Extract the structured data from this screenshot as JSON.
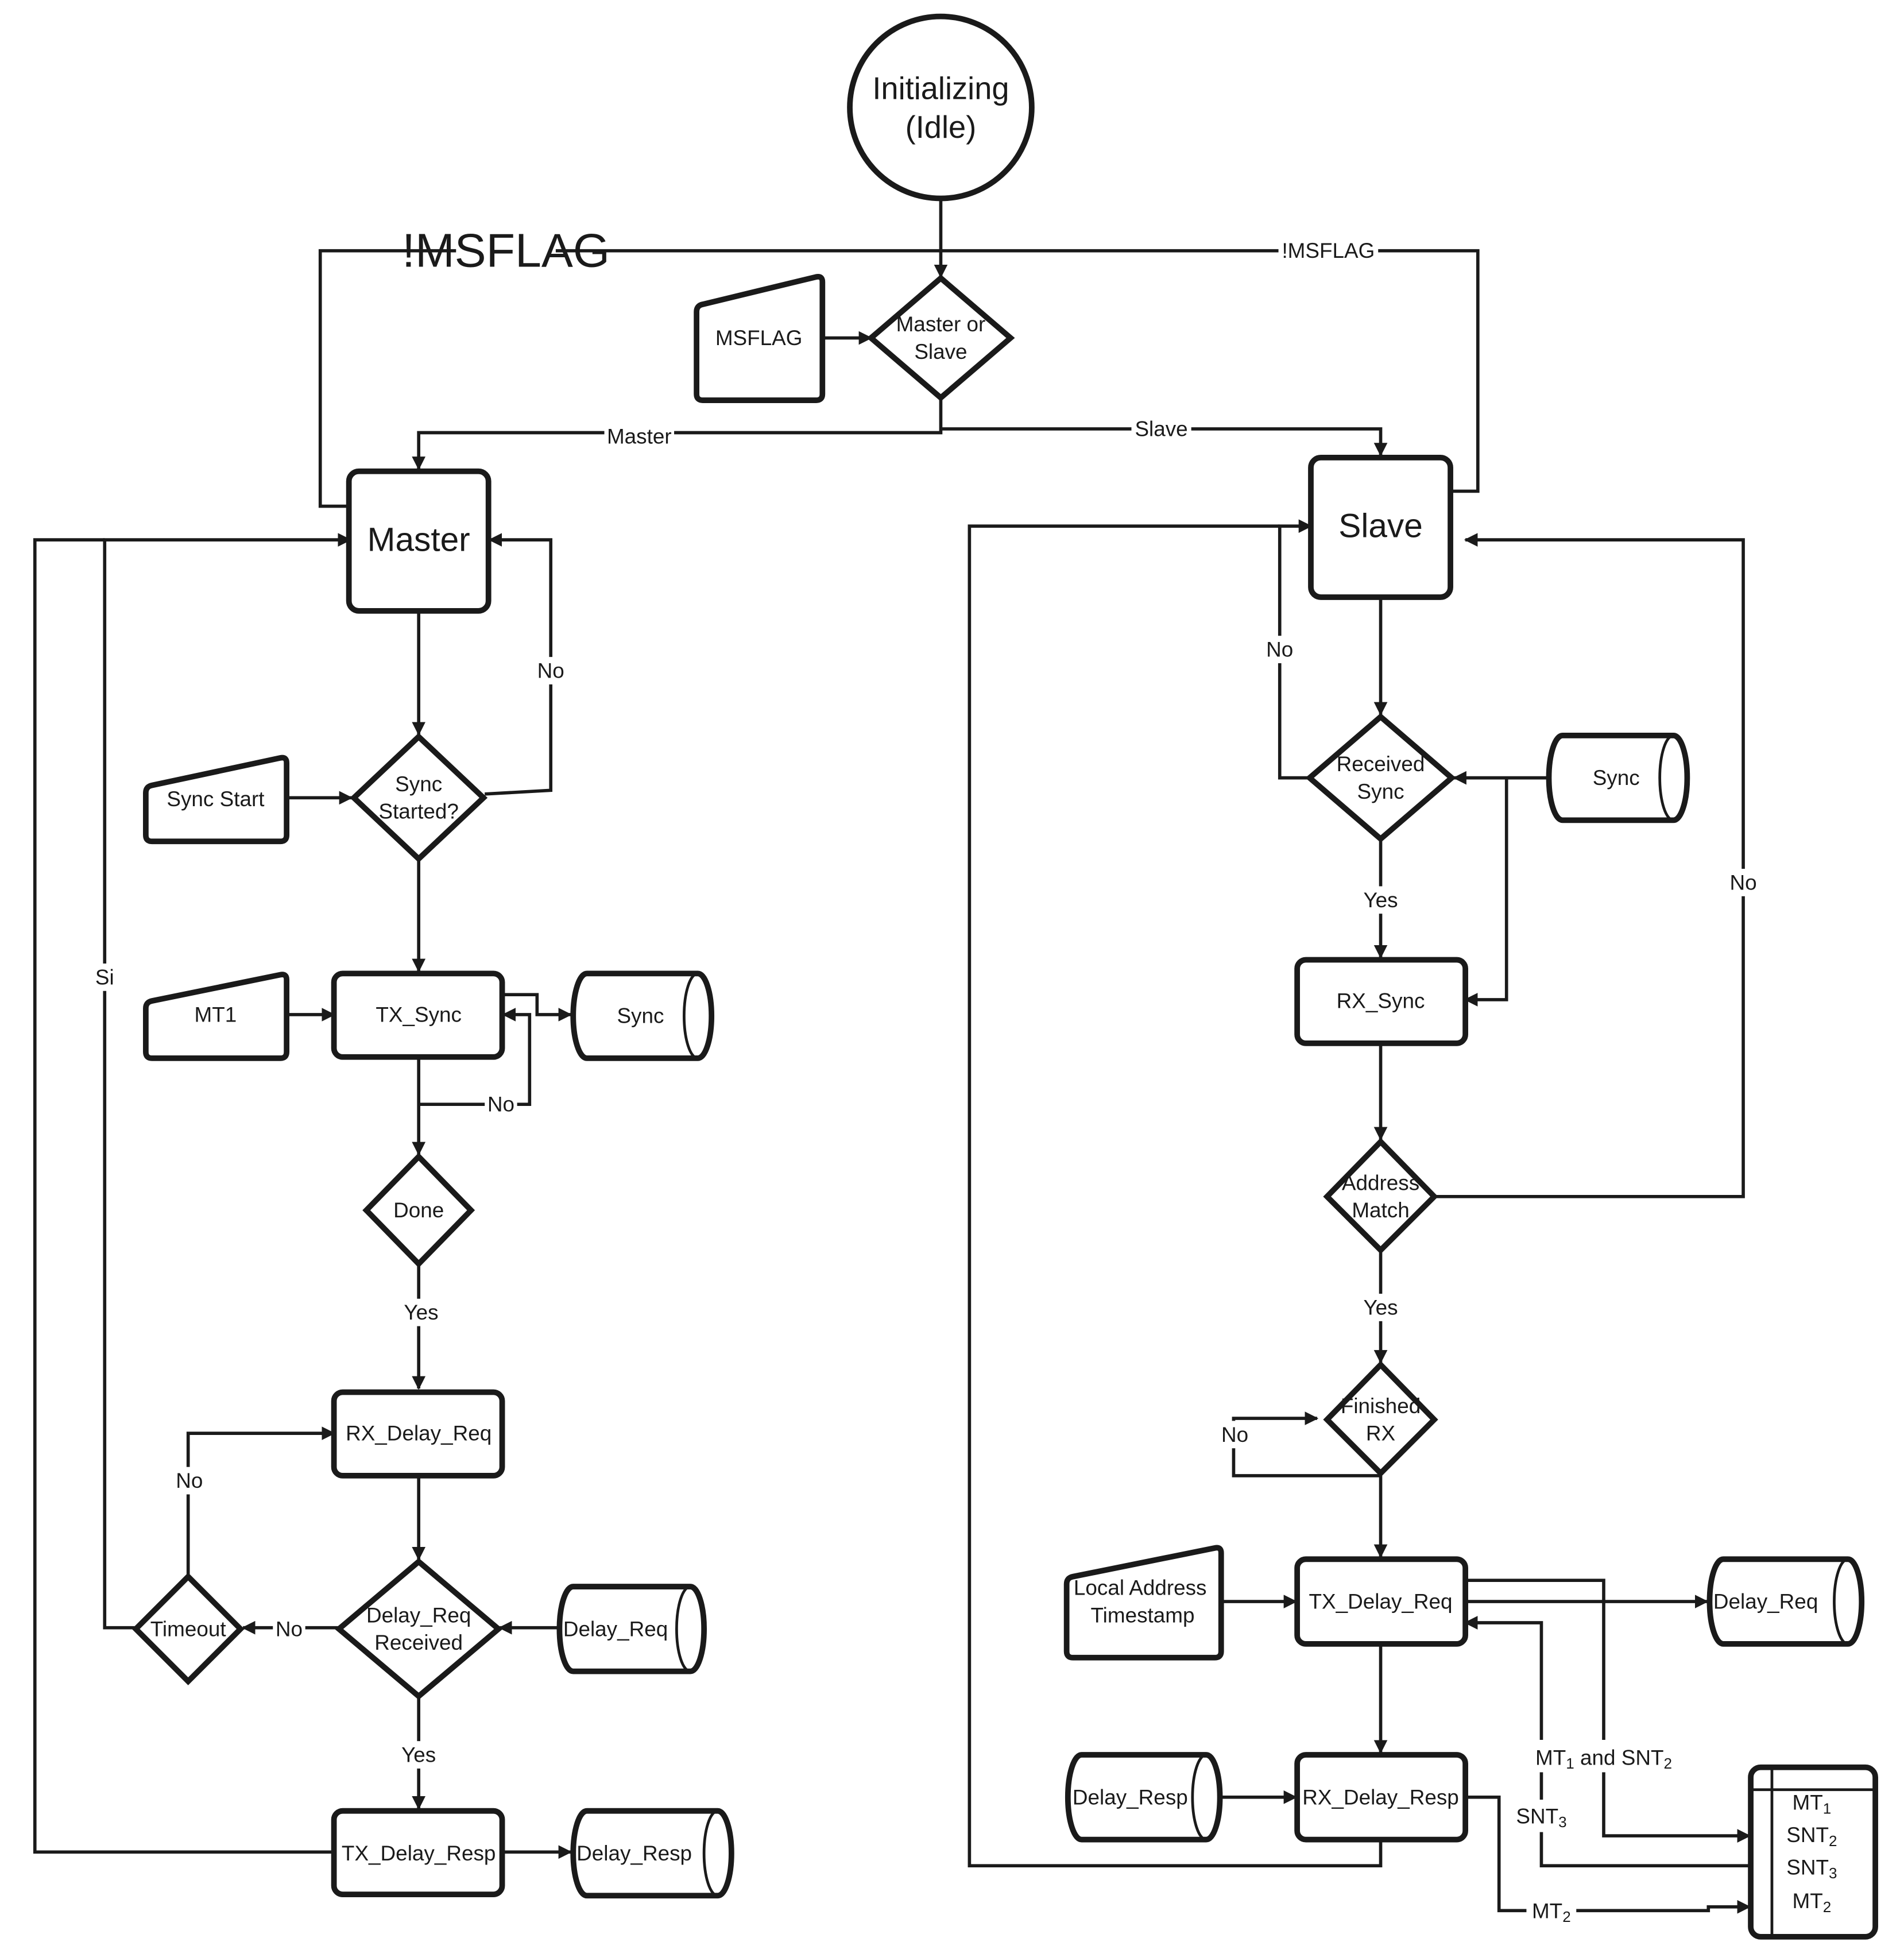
{
  "nodes": {
    "initializing": {
      "line1": "Initializing",
      "line2": "(Idle)"
    },
    "master_or_slave": {
      "line1": "Master or",
      "line2": "Slave"
    },
    "msflag_input": "MSFLAG",
    "master": "Master",
    "slave": "Slave",
    "sync_start": "Sync Start",
    "sync_started": {
      "line1": "Sync",
      "line2": "Started?"
    },
    "mt1_input": "MT1",
    "tx_sync": "TX_Sync",
    "sync_store_master": "Sync",
    "done": "Done",
    "rx_delay_req": "RX_Delay_Req",
    "timeout": "Timeout",
    "delay_req_received": {
      "line1": "Delay_Req",
      "line2": "Received"
    },
    "delay_req_store_master": "Delay_Req",
    "tx_delay_resp": "TX_Delay_Resp",
    "delay_resp_store_master": "Delay_Resp",
    "received_sync": {
      "line1": "Received",
      "line2": "Sync"
    },
    "sync_store_slave": "Sync",
    "rx_sync": "RX_Sync",
    "address_match": {
      "line1": "Address",
      "line2": "Match"
    },
    "finished_rx": {
      "line1": "Finished",
      "line2": "RX"
    },
    "local_address_timestamp": {
      "line1": "Local Address",
      "line2": "Timestamp"
    },
    "tx_delay_req": "TX_Delay_Req",
    "delay_req_store_slave": "Delay_Req",
    "delay_resp_store_slave": "Delay_Resp",
    "rx_delay_resp": "RX_Delay_Resp",
    "storage_table": [
      {
        "base": "MT",
        "sub": "1"
      },
      {
        "base": "SNT",
        "sub": "2"
      },
      {
        "base": "SNT",
        "sub": "3"
      },
      {
        "base": "MT",
        "sub": "2"
      }
    ]
  },
  "edge_labels": {
    "not_msflag_left": "!MSFLAG",
    "not_msflag_right": "!MSFLAG",
    "master": "Master",
    "slave": "Slave",
    "no_sync_started": "No",
    "si": "Si",
    "no_tx_sync": "No",
    "yes_done": "Yes",
    "no_timeout": "No",
    "no_delay_req": "No",
    "yes_delay_req": "Yes",
    "no_received_sync": "No",
    "yes_received_sync": "Yes",
    "no_address_match": "No",
    "yes_address_match": "Yes",
    "no_finished_rx": "No",
    "mt1_snt2": {
      "a": "MT",
      "a_sub": "1",
      "mid": " and SNT",
      "b_sub": "2"
    },
    "snt3": {
      "base": "SNT",
      "sub": "3"
    },
    "mt2": {
      "base": "MT",
      "sub": "2"
    }
  }
}
